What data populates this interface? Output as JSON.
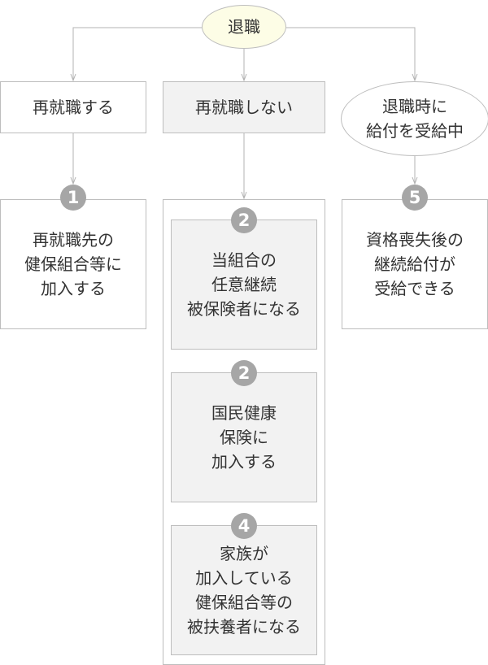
{
  "root": {
    "label": "退職"
  },
  "branches": {
    "rejob": {
      "label": "再就職する"
    },
    "norejob": {
      "label": "再就職しない"
    },
    "receiving": {
      "label": "退職時に\n給付を受給中"
    }
  },
  "outcomes": {
    "o1": {
      "number": "1",
      "text": "再就職先の\n健保組合等に\n加入する"
    },
    "o2a": {
      "number": "2",
      "text": "当組合の\n任意継続\n被保険者になる"
    },
    "o2b": {
      "number": "2",
      "text": "国民健康\n保険に\n加入する"
    },
    "o4": {
      "number": "4",
      "text": "家族が\n加入している\n健保組合等の\n被扶養者になる"
    },
    "o5": {
      "number": "5",
      "text": "資格喪失後の\n継続給付が\n受給できる"
    }
  },
  "colors": {
    "line": "#b3b3b3",
    "badge": "#a6a6a6",
    "grey_fill": "#f2f2f2",
    "root_fill": "#fdfde6"
  }
}
